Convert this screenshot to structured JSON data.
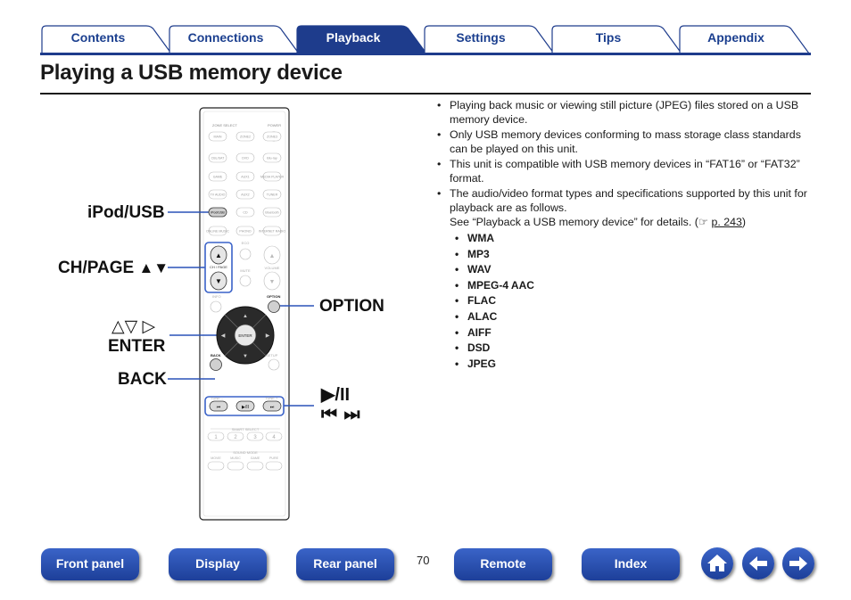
{
  "tabs": [
    {
      "label": "Contents",
      "active": false
    },
    {
      "label": "Connections",
      "active": false
    },
    {
      "label": "Playback",
      "active": true
    },
    {
      "label": "Settings",
      "active": false
    },
    {
      "label": "Tips",
      "active": false
    },
    {
      "label": "Appendix",
      "active": false
    }
  ],
  "page_title": "Playing a USB memory device",
  "bullets": [
    "Playing back music or viewing still picture (JPEG) files stored on a USB memory device.",
    "Only USB memory devices conforming to mass storage class standards can be played on this unit.",
    "This unit is compatible with USB memory devices in “FAT16” or “FAT32” format.",
    "The audio/video format types and specifications supported by this unit for playback are as follows."
  ],
  "see_text": "See “Playback a USB memory device” for details.",
  "see_ref": "p. 243",
  "formats": [
    "WMA",
    "MP3",
    "WAV",
    "MPEG-4 AAC",
    "FLAC",
    "ALAC",
    "AIFF",
    "DSD",
    "JPEG"
  ],
  "callouts": {
    "ipod_usb": "iPod/USB",
    "ch_page": "CH/PAGE",
    "enter": "ENTER",
    "back": "BACK",
    "option": "OPTION"
  },
  "remote": {
    "zone_select": "ZONE SELECT",
    "power": "POWER",
    "row1": [
      "MAIN",
      "ZONE2",
      "ZONE3"
    ],
    "row2": [
      "CBL/SAT",
      "DVD",
      "Blu-ray"
    ],
    "row3": [
      "GAME",
      "AUX1",
      "MEDIA PLAYER"
    ],
    "row4": [
      "TV AUDIO",
      "AUX2",
      "TUNER"
    ],
    "row5": [
      "iPod/USB",
      "CD",
      "Bluetooth"
    ],
    "row6": [
      "ONLINE MUSIC",
      "PHONO",
      "INTERNET RADIO"
    ],
    "eco": "ECO",
    "ch_page": "CH / PAGE",
    "mute": "MUTE",
    "volume": "VOLUME",
    "info": "INFO",
    "option": "OPTION",
    "enter": "ENTER",
    "back": "BACK",
    "setup": "SETUP",
    "tune_minus": "TUNE –",
    "tune_plus": "TUNE +",
    "smart_select": "SMART SELECT",
    "smart_numbers": [
      "1",
      "2",
      "3",
      "4"
    ],
    "sound_mode": "SOUND MODE",
    "sound_modes": [
      "MOVIE",
      "MUSIC",
      "GAME",
      "PURE"
    ],
    "play_pause": "▶/II"
  },
  "nav_buttons": [
    "Front panel",
    "Display",
    "Rear panel",
    "Remote",
    "Index"
  ],
  "page_number": "70",
  "icons": {
    "home": "home-icon",
    "back": "arrow-left-icon",
    "forward": "arrow-right-icon"
  },
  "colors": {
    "accent": "#1e3c8c",
    "tab_active": "#1e3c8c",
    "button": "#2a52b8",
    "highlight": "#3a62c8"
  }
}
